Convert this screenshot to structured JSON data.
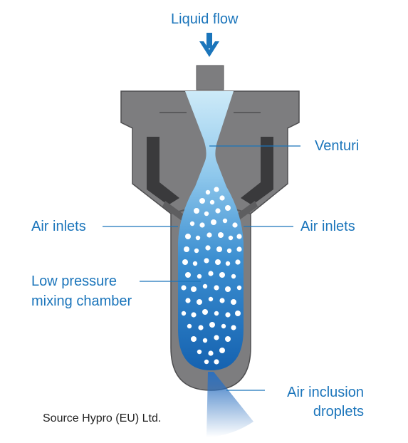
{
  "labels": {
    "liquid_flow": "Liquid flow",
    "venturi": "Venturi",
    "air_inlets_left": "Air inlets",
    "air_inlets_right": "Air inlets",
    "mixing_chamber_line1": "Low pressure",
    "mixing_chamber_line2": "mixing chamber",
    "droplets_line1": "Air inclusion",
    "droplets_line2": "droplets"
  },
  "source": "Source Hypro (EU) Ltd.",
  "colors": {
    "accent": "#1b75bb",
    "body_gray": "#7d7d7f",
    "dark_gray": "#3a3a3c",
    "liquid_light": "#bfe4f7",
    "liquid_dark": "#1768b4"
  },
  "icons": {
    "flow_arrow": "arrow-down-icon"
  }
}
